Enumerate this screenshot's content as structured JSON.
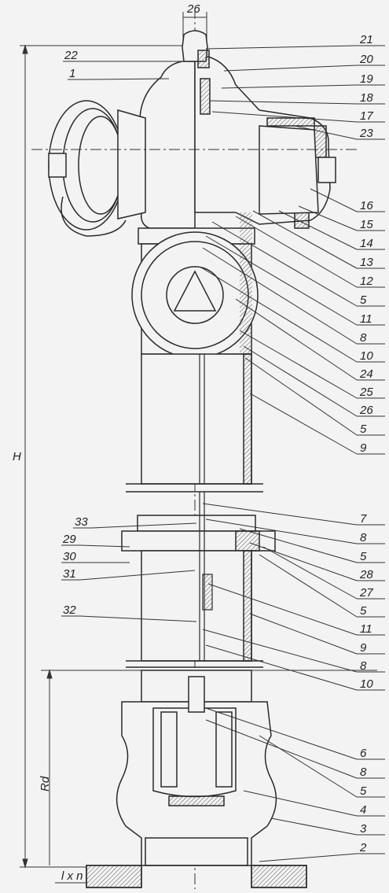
{
  "colors": {
    "background": "#f3f3f3",
    "line": "#2a2a2a",
    "hatch": "#555555"
  },
  "dimensions": {
    "top_width": "26",
    "height": "H",
    "depth": "Rd",
    "bolt_spec": "l x n"
  },
  "labels_left": [
    "22",
    "1",
    "33",
    "29",
    "30",
    "31",
    "32"
  ],
  "labels_right": [
    "21",
    "20",
    "19",
    "18",
    "17",
    "23",
    "16",
    "15",
    "14",
    "13",
    "12",
    "5",
    "11",
    "8",
    "10",
    "24",
    "25",
    "26",
    "5",
    "9",
    "7",
    "8",
    "5",
    "28",
    "27",
    "5",
    "11",
    "9",
    "8",
    "10",
    "6",
    "8",
    "5",
    "4",
    "3",
    "2"
  ]
}
